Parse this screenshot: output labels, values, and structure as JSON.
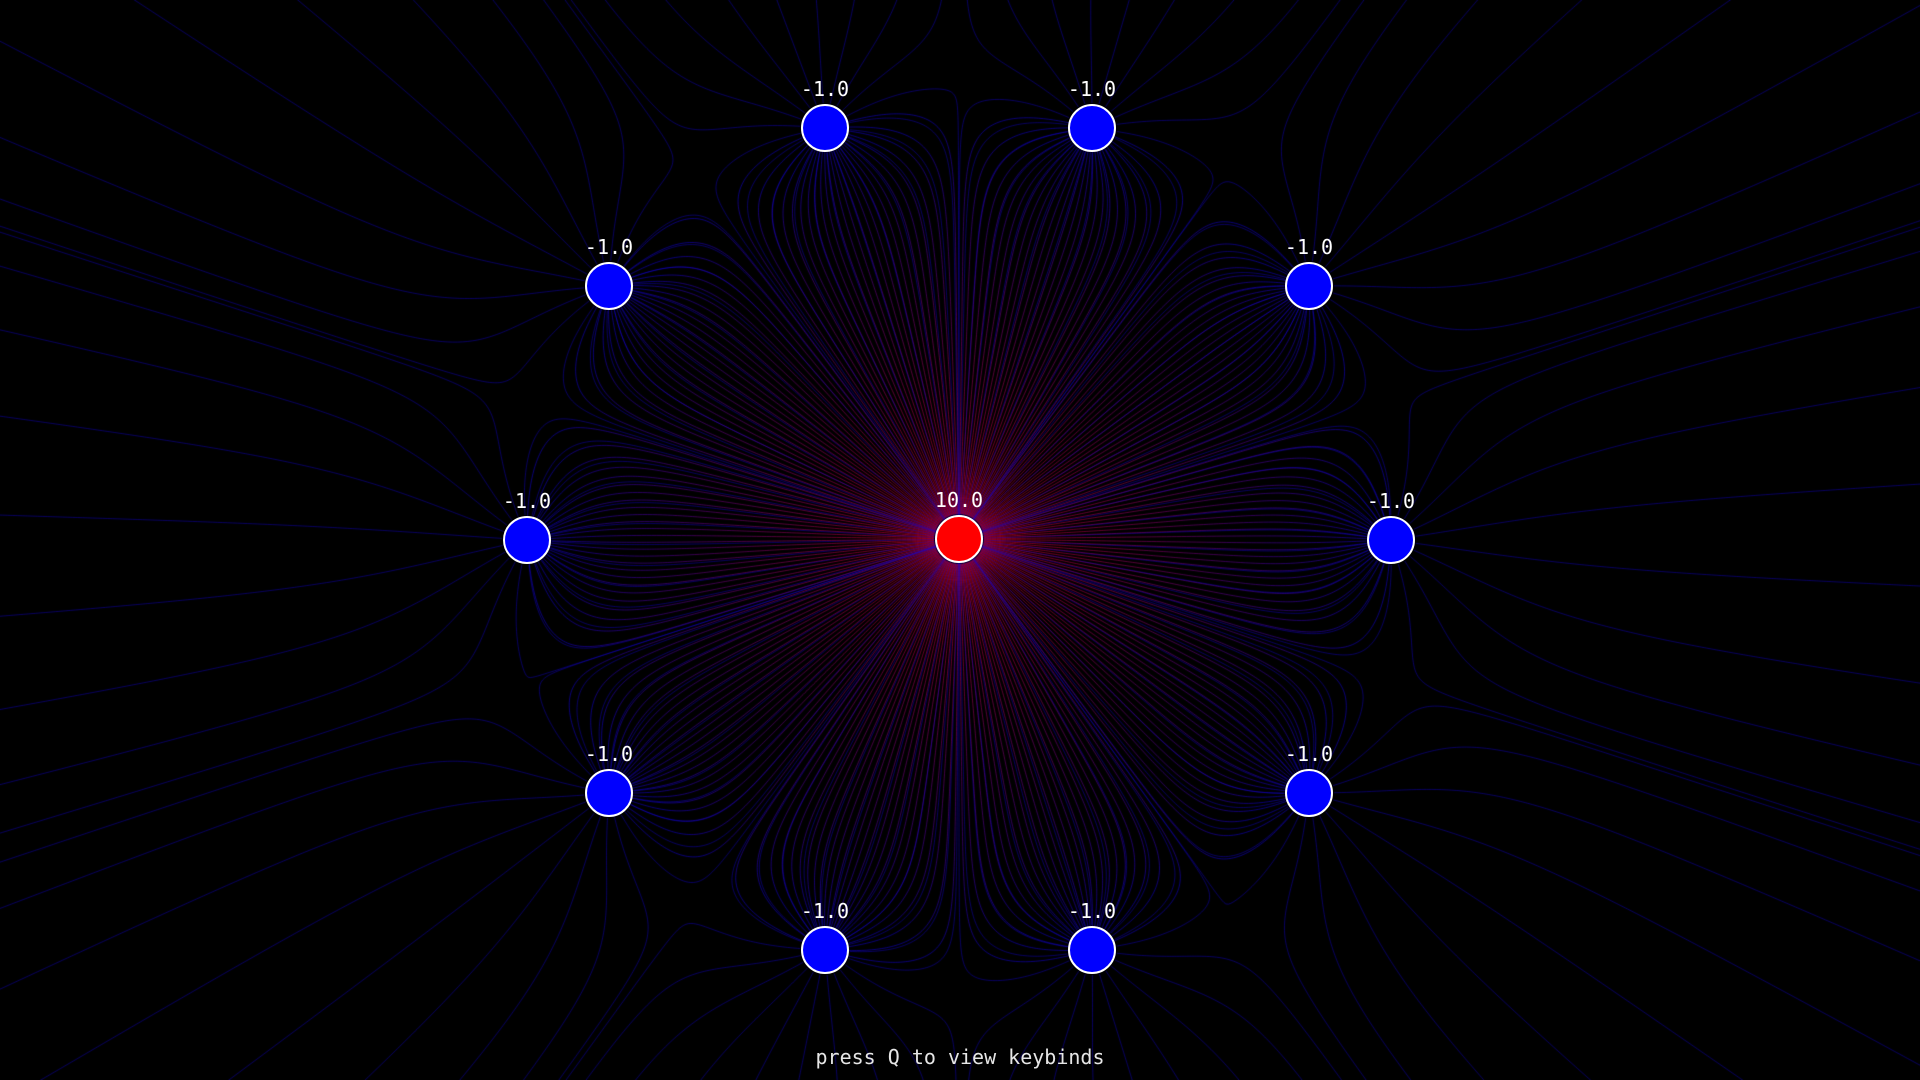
{
  "colors": {
    "background": "#000000",
    "positive": "#ff0000",
    "negative": "#0000ff",
    "outline": "#ffffff",
    "text": "#ffffff",
    "hint_text": "#e6e6e6"
  },
  "charges": [
    {
      "id": "center",
      "charge": 10.0,
      "label": "10.0"
    },
    {
      "id": "ring-1",
      "charge": -1.0,
      "label": "-1.0"
    },
    {
      "id": "ring-2",
      "charge": -1.0,
      "label": "-1.0"
    },
    {
      "id": "ring-3",
      "charge": -1.0,
      "label": "-1.0"
    },
    {
      "id": "ring-4",
      "charge": -1.0,
      "label": "-1.0"
    },
    {
      "id": "ring-5",
      "charge": -1.0,
      "label": "-1.0"
    },
    {
      "id": "ring-6",
      "charge": -1.0,
      "label": "-1.0"
    },
    {
      "id": "ring-7",
      "charge": -1.0,
      "label": "-1.0"
    },
    {
      "id": "ring-8",
      "charge": -1.0,
      "label": "-1.0"
    },
    {
      "id": "ring-9",
      "charge": -1.0,
      "label": "-1.0"
    },
    {
      "id": "ring-10",
      "charge": -1.0,
      "label": "-1.0"
    }
  ],
  "hint": "press Q to view keybinds"
}
